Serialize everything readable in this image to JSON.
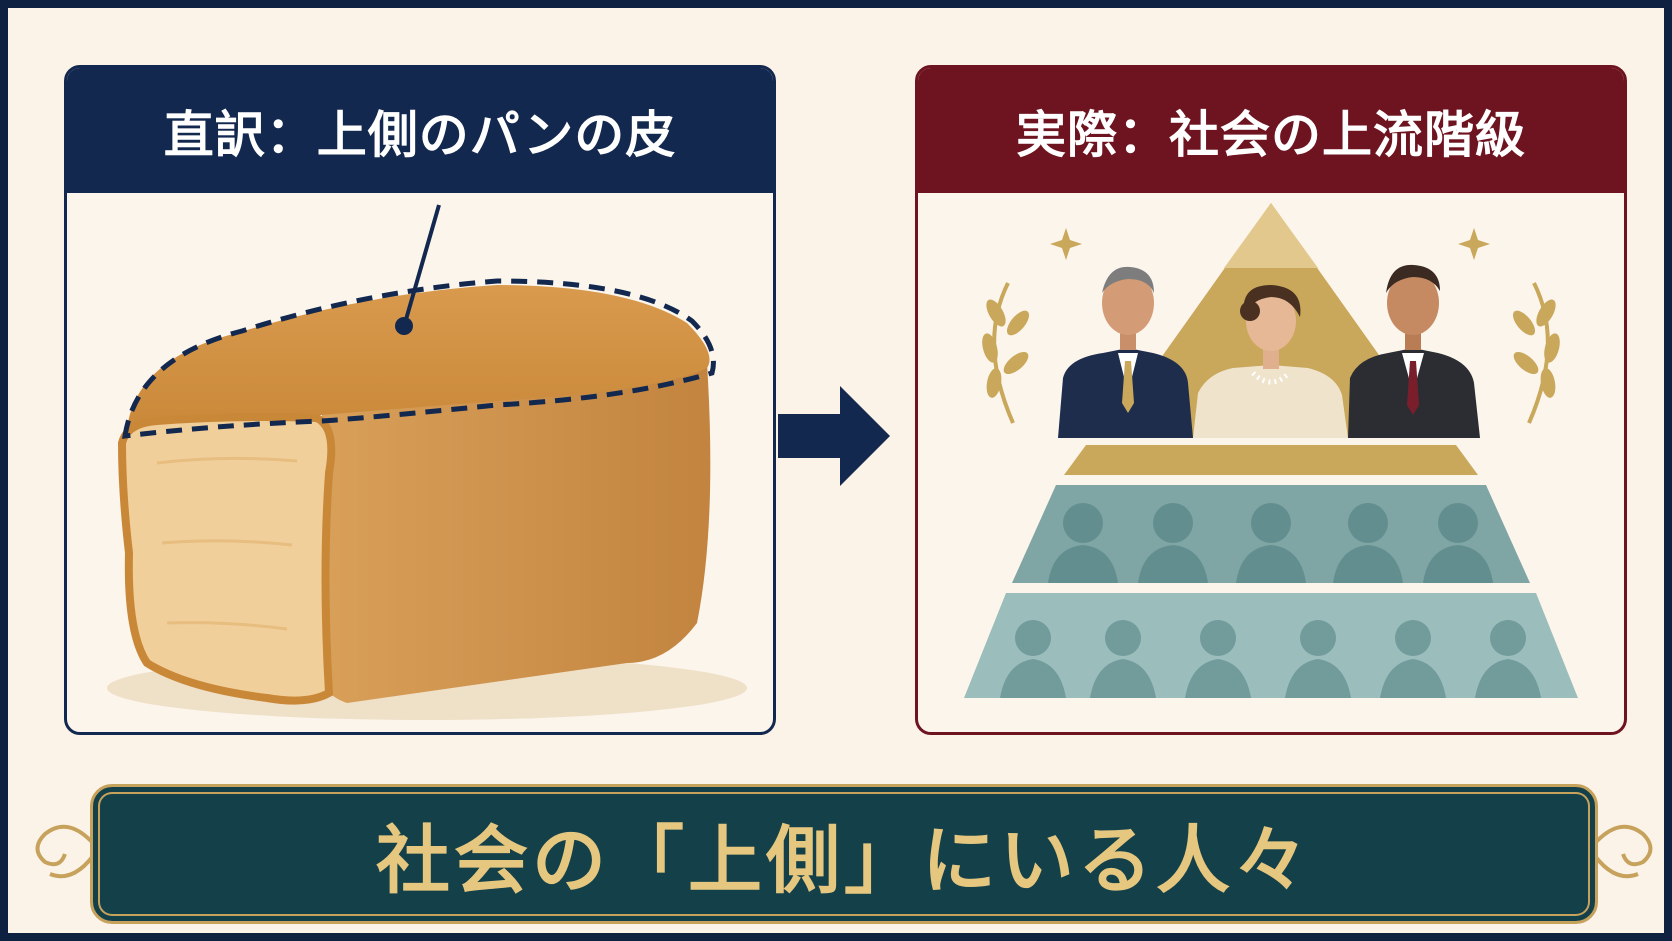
{
  "left_panel": {
    "title": "直訳：上側のパンの皮",
    "illustration": "bread-loaf-icon"
  },
  "right_panel": {
    "title": "実際：社会の上流階級",
    "illustration": "social-pyramid-icon"
  },
  "arrow_icon": "right-arrow-icon",
  "banner": {
    "text": "社会の「上側」にいる人々"
  },
  "colors": {
    "navy": "#13284f",
    "maroon": "#6e1420",
    "gold": "#c7a25c",
    "teal": "#14404a",
    "cream": "#fbf3e7"
  }
}
